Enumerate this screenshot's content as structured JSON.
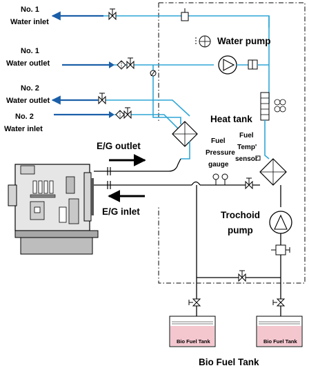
{
  "labels": {
    "no1_water_inlet": [
      "No. 1",
      "Water inlet"
    ],
    "no1_water_outlet": [
      "No. 1",
      "Water outlet"
    ],
    "no2_water_outlet": [
      "No. 2",
      "Water outlet"
    ],
    "no2_water_inlet": [
      "No. 2",
      "Water inlet"
    ],
    "water_pump": "Water pump",
    "heat_tank": "Heat tank",
    "fuel_pressure_gauge": [
      "Fuel",
      "Pressure",
      "gauge"
    ],
    "fuel_temp_sensor": [
      "Fuel",
      "Temp'",
      "sensor"
    ],
    "eg_outlet": "E/G outlet",
    "eg_inlet": "E/G inlet",
    "trochoid_pump": [
      "Trochoid",
      "pump"
    ],
    "bio_fuel_tank_small": "Bio Fuel Tank",
    "bio_fuel_tank_caption": "Bio Fuel Tank"
  },
  "colors": {
    "water_pipe": "#2da6d6",
    "water_pipe_dark": "#1b5fa8",
    "fuel_line": "#000000",
    "engine_body": "#e6e6e6",
    "engine_base": "#bdbdbd",
    "tank_fill": "#f4c7cf"
  }
}
